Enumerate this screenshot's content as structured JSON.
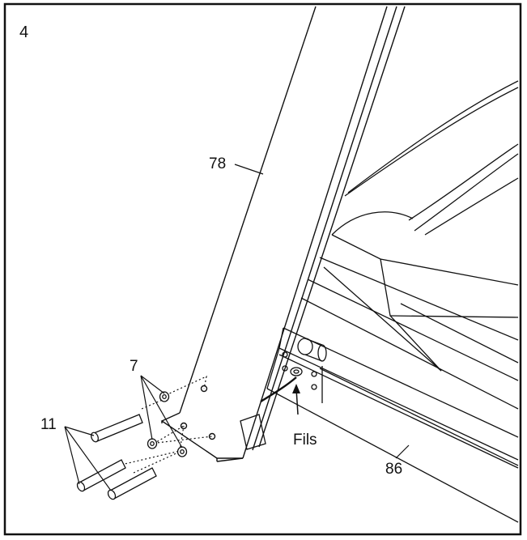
{
  "figure": {
    "step_number": "4",
    "labels": {
      "upright": "78",
      "washers": "7",
      "bolts": "11",
      "wires": "Fils",
      "base_frame": "86"
    }
  },
  "colors": {
    "line": "#111111",
    "background": "#ffffff"
  }
}
